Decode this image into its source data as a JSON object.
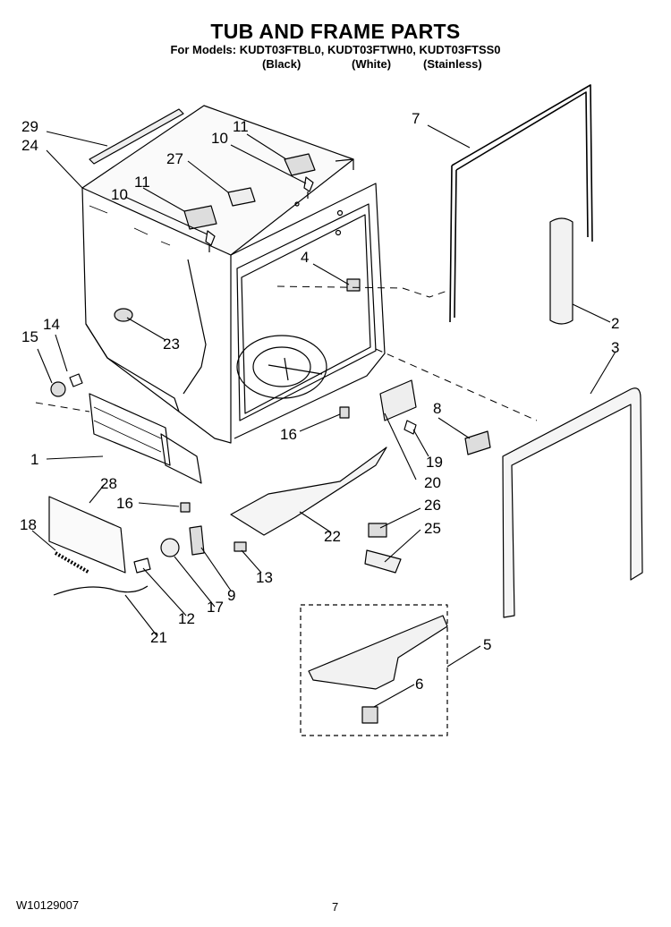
{
  "header": {
    "title": "TUB AND FRAME PARTS",
    "models": "For Models: KUDT03FTBL0, KUDT03FTWH0, KUDT03FTSS0",
    "variants": [
      "(Black)",
      "(White)",
      "(Stainless)"
    ]
  },
  "callouts": [
    "29",
    "24",
    "11",
    "10",
    "27",
    "11",
    "10",
    "7",
    "4",
    "2",
    "3",
    "14",
    "15",
    "23",
    "1",
    "16",
    "8",
    "19",
    "20",
    "26",
    "25",
    "22",
    "28",
    "16",
    "18",
    "13",
    "9",
    "17",
    "12",
    "21",
    "5",
    "6"
  ],
  "footer": {
    "doc_number": "W10129007",
    "page_number": "7"
  }
}
